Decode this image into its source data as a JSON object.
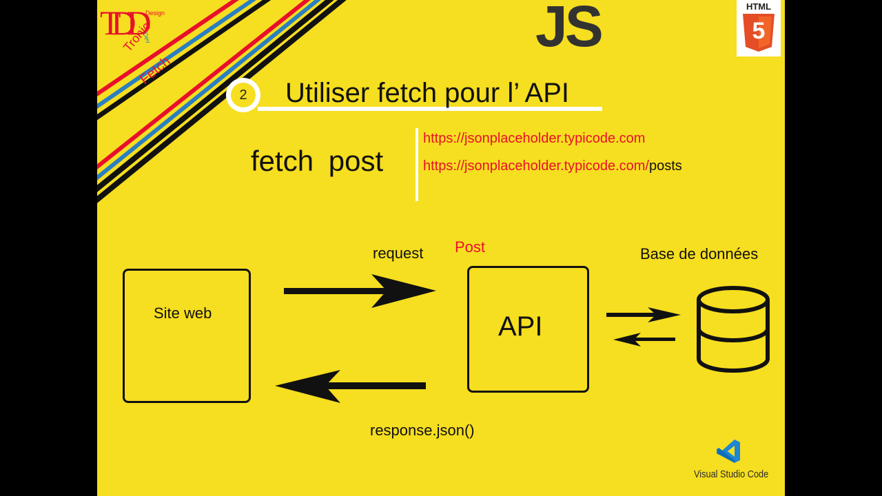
{
  "logo": {
    "corner_mark": "TDD",
    "corner_design": "Design",
    "corner_dev": "Dev",
    "corner_tronic": "Tronic"
  },
  "topic_tag": "Fetch",
  "js_logo": "JS",
  "html5_logo": {
    "label": "HTML",
    "number": "5"
  },
  "step": {
    "number": "2",
    "title": "Utiliser fetch pour l’ API"
  },
  "method_label": "fetch  post",
  "urls": {
    "base": "https://jsonplaceholder.typicode.com",
    "posts_prefix": "https://jsonplaceholder.typicode.com/",
    "posts_suffix": "posts"
  },
  "diagram": {
    "client": "Site web",
    "api": "API",
    "request": "request",
    "method": "Post",
    "response": "response.json()",
    "database": "Base de données"
  },
  "footer_logo": "Visual Studio Code",
  "colors": {
    "background": "#f6de20",
    "accent_red": "#e8102a",
    "stripe_blue": "#2a7fc1",
    "vscode_blue": "#1f86d1"
  }
}
